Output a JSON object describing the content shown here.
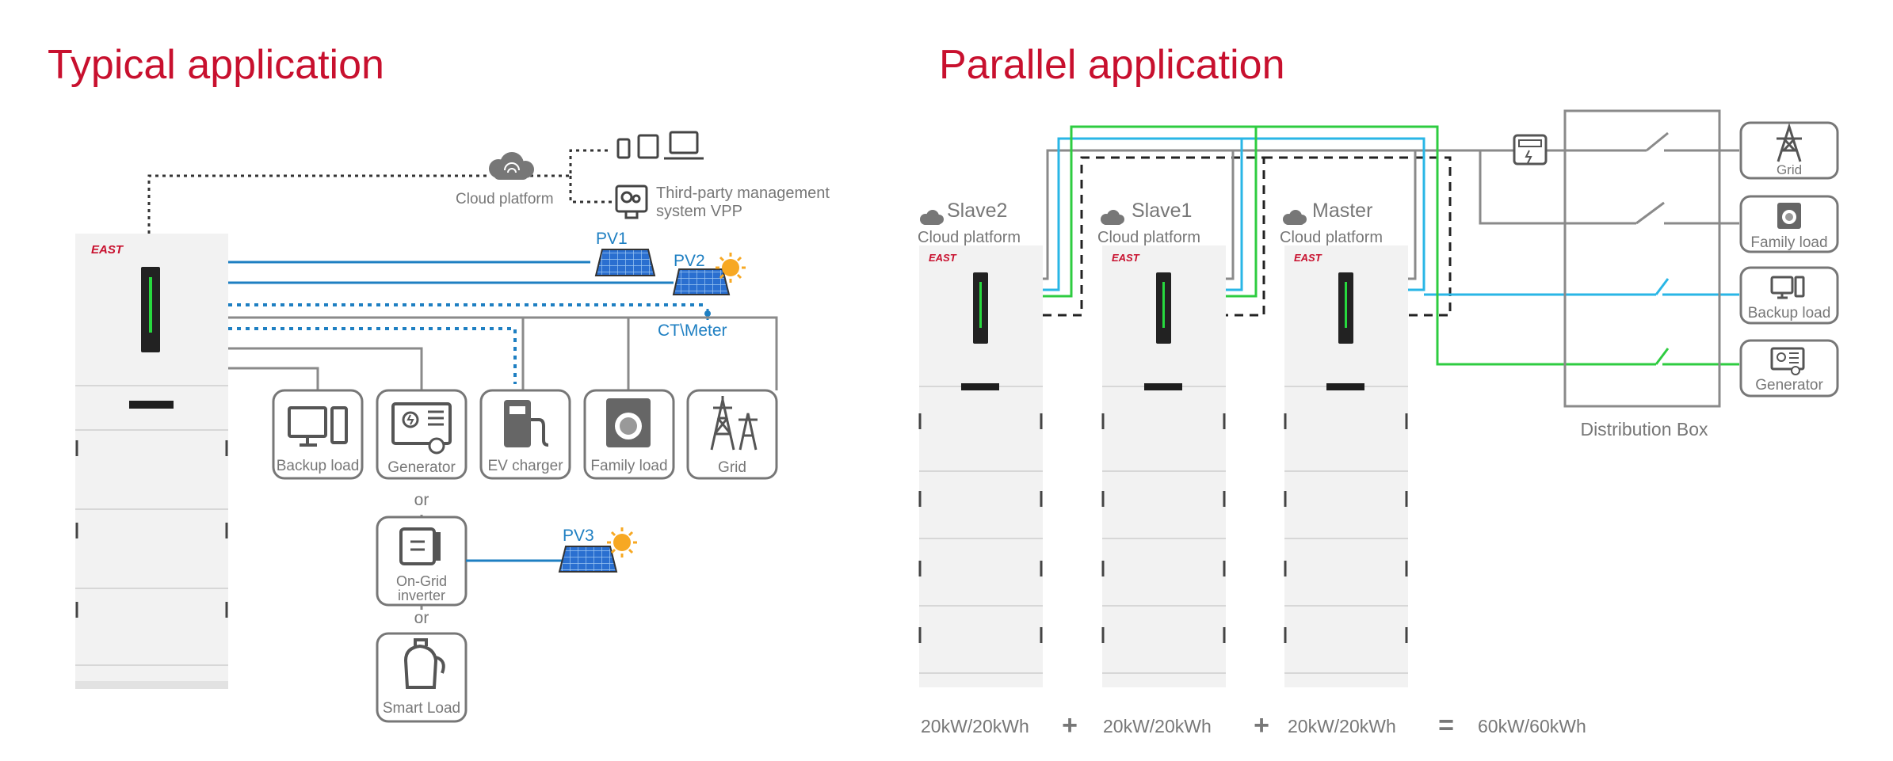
{
  "typical": {
    "title": "Typical application",
    "brand": "EAST",
    "cloud_label": "Cloud platform",
    "vpp_label_1": "Third-party management",
    "vpp_label_2": "system VPP",
    "pv1": "PV1",
    "pv2": "PV2",
    "pv3": "PV3",
    "ct_meter": "CT\\Meter",
    "loads": [
      "Backup load",
      "Generator",
      "EV charger",
      "Family load",
      "Grid"
    ],
    "or_label": "or",
    "ongrid_1": "On-Grid",
    "ongrid_2": "inverter",
    "smart_load": "Smart Load"
  },
  "parallel": {
    "title": "Parallel application",
    "brand": "EAST",
    "units": [
      {
        "name": "Slave2",
        "cloud": "Cloud platform",
        "rating": "20kW/20kWh"
      },
      {
        "name": "Slave1",
        "cloud": "Cloud platform",
        "rating": "20kW/20kWh"
      },
      {
        "name": "Master",
        "cloud": "Cloud platform",
        "rating": "20kW/20kWh"
      }
    ],
    "plus_symbol": "+",
    "equals_symbol": "=",
    "total": "60kW/60kWh",
    "distribution_box": "Distribution Box",
    "outputs": [
      "Grid",
      "Family load",
      "Backup load",
      "Generator"
    ]
  },
  "colors": {
    "title": "#c8102e",
    "blue": "#1e7fc2",
    "light_blue": "#29b6e6",
    "green": "#2ecc40",
    "gray_line": "#8a8a8a",
    "icon_gray": "#777777",
    "sun": "#f7a823"
  }
}
